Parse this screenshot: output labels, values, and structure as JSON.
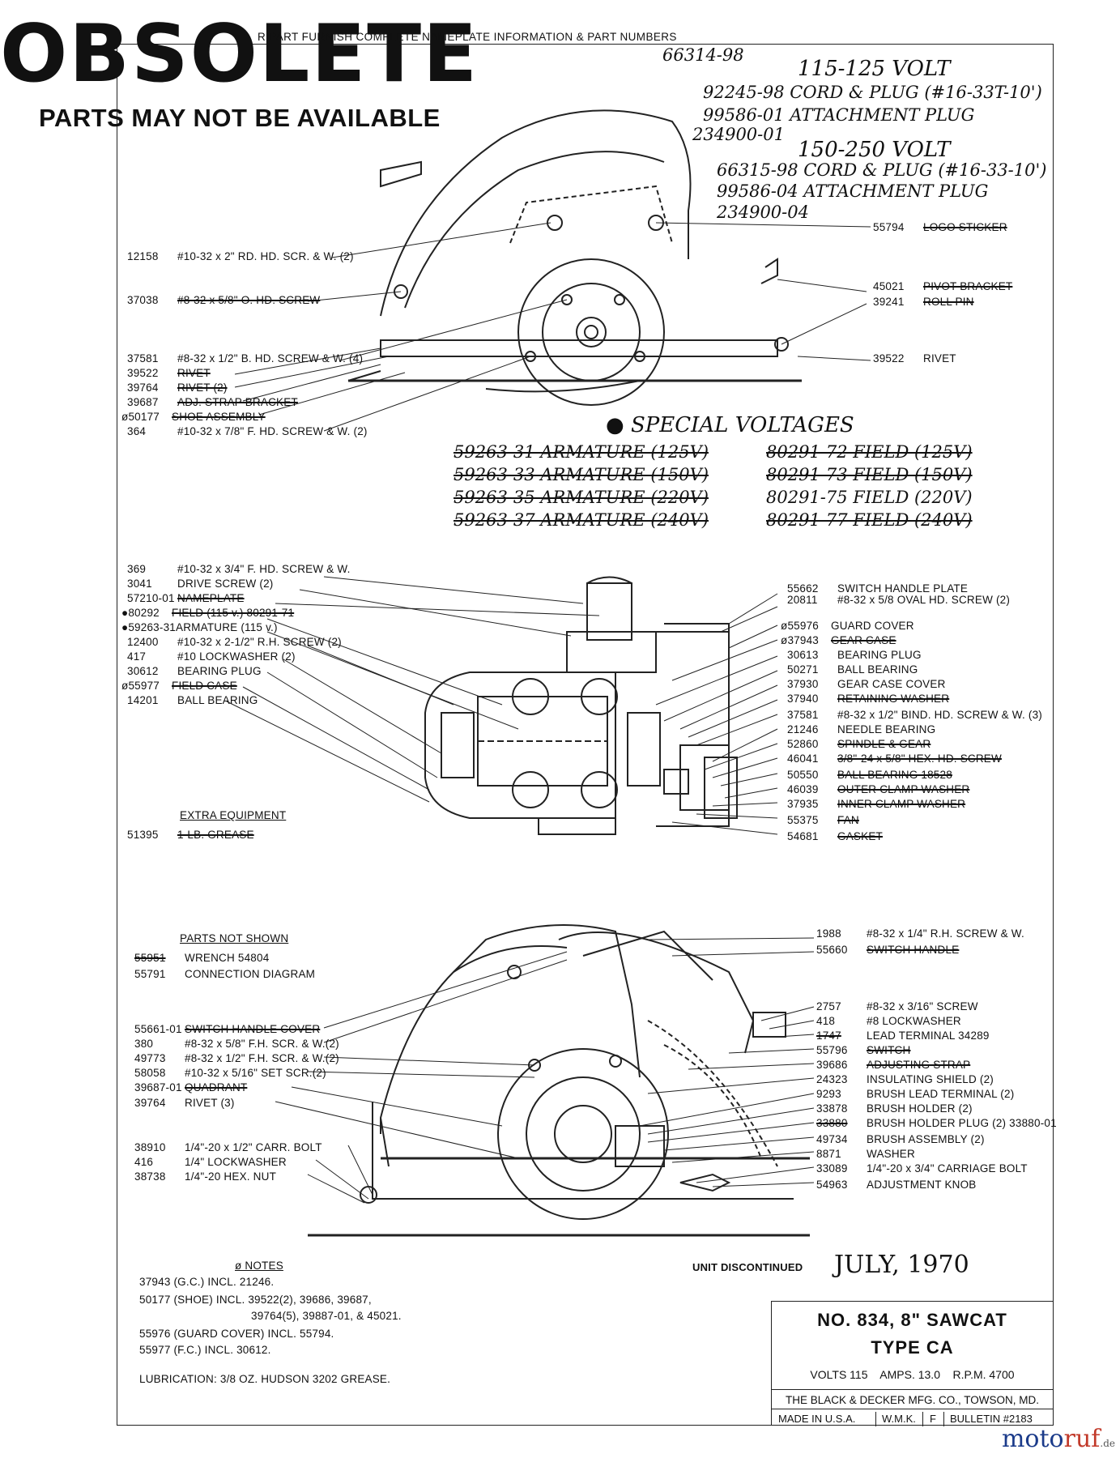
{
  "stamp": {
    "word": "OBSOLETE",
    "subtitle": "PARTS MAY NOT BE AVAILABLE"
  },
  "header_note": "R PART          FURNISH COMPLETE NAMEPLATE INFORMATION & PART NUMBERS",
  "top_handwritten": [
    "66314-98",
    "115-125 VOLT",
    "92245-98 CORD & PLUG (#16-33T-10')",
    "99586-01 ATTACHMENT PLUG",
    "234900-01",
    "150-250 VOLT",
    "66315-98 CORD & PLUG (#16-33-10')",
    "99586-04 ATTACHMENT PLUG",
    "234900-04"
  ],
  "top_left_parts": [
    {
      "num": "12158",
      "desc": "#10-32 x 2\" RD. HD. SCR. & W. (2)",
      "struck": false
    },
    {
      "num": "37038",
      "desc": "#8-32 x 5/8\" O. HD. SCREW",
      "struck": true
    },
    {
      "num": "37581",
      "desc": "#8-32 x 1/2\" B. HD. SCREW & W. (4)",
      "struck": false
    },
    {
      "num": "39522",
      "desc": "RIVET",
      "struck": true
    },
    {
      "num": "39764",
      "desc": "RIVET (2)",
      "struck": true
    },
    {
      "num": "39687",
      "desc": "ADJ. STRAP BRACKET",
      "struck": true
    },
    {
      "num": "ø50177",
      "desc": "SHOE ASSEMBLY",
      "struck": true
    },
    {
      "num": "364",
      "desc": "#10-32 x 7/8\" F. HD. SCREW & W. (2)",
      "struck": false
    }
  ],
  "top_right_parts": [
    {
      "num": "55794",
      "desc": "LOGO STICKER",
      "struck": true
    },
    {
      "num": "45021",
      "desc": "PIVOT BRACKET",
      "struck": true
    },
    {
      "num": "39241",
      "desc": "ROLL PIN",
      "struck": true
    },
    {
      "num": "39522",
      "desc": "RIVET",
      "struck": false
    }
  ],
  "special_voltages": {
    "title": "● SPECIAL VOLTAGES",
    "rows": [
      {
        "armature": "59263-31 ARMATURE (125V)",
        "field": "80291-72 FIELD (125V)",
        "struck": true
      },
      {
        "armature": "59263-33 ARMATURE (150V)",
        "field": "80291-73 FIELD (150V)",
        "struck": true
      },
      {
        "armature": "59263-35 ARMATURE (220V)",
        "field": "80291-75 FIELD (220V)",
        "struck": false
      },
      {
        "armature": "59263-37 ARMATURE (240V)",
        "field": "80291-77 FIELD (240V)",
        "struck": true
      }
    ]
  },
  "mid_left_parts": [
    {
      "num": "369",
      "desc": "#10-32 x 3/4\" F. HD. SCREW & W.",
      "struck": false
    },
    {
      "num": "3041",
      "desc": "DRIVE SCREW (2)",
      "struck": false
    },
    {
      "num": "57210-01",
      "desc": "NAMEPLATE",
      "struck": true
    },
    {
      "num": "●80292",
      "desc": "FIELD (115 v.)  80291-71",
      "struck": true
    },
    {
      "num": "●59263-31",
      "desc": "ARMATURE (115 v.)",
      "struck": false
    },
    {
      "num": "12400",
      "desc": "#10-32 x 2-1/2\" R.H. SCREW (2)",
      "struck": false
    },
    {
      "num": "417",
      "desc": "#10 LOCKWASHER (2)",
      "struck": false
    },
    {
      "num": "30612",
      "desc": "BEARING PLUG",
      "struck": false
    },
    {
      "num": "ø55977",
      "desc": "FIELD CASE",
      "struck": true
    },
    {
      "num": "14201",
      "desc": "BALL BEARING",
      "struck": false
    }
  ],
  "extra_equipment": {
    "title": "EXTRA EQUIPMENT",
    "num": "51395",
    "desc": "1-LB. GREASE"
  },
  "mid_right_parts": [
    {
      "num": "55662",
      "desc": "SWITCH HANDLE PLATE",
      "struck": false
    },
    {
      "num": "20811",
      "desc": "#8-32 x 5/8 OVAL HD. SCREW (2)",
      "struck": false
    },
    {
      "num": "ø55976",
      "desc": "GUARD COVER",
      "struck": false
    },
    {
      "num": "ø37943",
      "desc": "GEAR CASE",
      "struck": true
    },
    {
      "num": "30613",
      "desc": "BEARING PLUG",
      "struck": false
    },
    {
      "num": "50271",
      "desc": "BALL BEARING",
      "struck": false
    },
    {
      "num": "37930",
      "desc": "GEAR CASE COVER",
      "struck": false
    },
    {
      "num": "37940",
      "desc": "RETAINING WASHER",
      "struck": true
    },
    {
      "num": "37581",
      "desc": "#8-32 x 1/2\" BIND. HD. SCREW & W. (3)",
      "struck": false
    },
    {
      "num": "21246",
      "desc": "NEEDLE BEARING",
      "struck": false
    },
    {
      "num": "52860",
      "desc": "SPINDLE & GEAR",
      "struck": true
    },
    {
      "num": "46041",
      "desc": "3/8\"-24 x 5/8\" HEX. HD. SCREW",
      "struck": true
    },
    {
      "num": "50550",
      "desc": "BALL BEARING  18528",
      "struck": true
    },
    {
      "num": "46039",
      "desc": "OUTER CLAMP WASHER",
      "struck": true
    },
    {
      "num": "37935",
      "desc": "INNER CLAMP WASHER",
      "struck": true
    },
    {
      "num": "55375",
      "desc": "FAN",
      "struck": true
    },
    {
      "num": "54681",
      "desc": "GASKET",
      "struck": true
    }
  ],
  "parts_not_shown": {
    "title": "PARTS NOT SHOWN",
    "rows": [
      {
        "num": "55951",
        "desc": "WRENCH  54804",
        "struck": true
      },
      {
        "num": "55791",
        "desc": "CONNECTION DIAGRAM",
        "struck": false
      }
    ]
  },
  "bottom_left_parts": [
    {
      "num": "55661-01",
      "desc": "SWITCH HANDLE COVER",
      "struck": true
    },
    {
      "num": "380",
      "desc": "#8-32 x 5/8\" F.H. SCR. & W.(2)",
      "struck": false
    },
    {
      "num": "49773",
      "desc": "#8-32 x 1/2\" F.H. SCR. & W.(2)",
      "struck": false
    },
    {
      "num": "58058",
      "desc": "#10-32 x 5/16\" SET SCR.(2)",
      "struck": false
    },
    {
      "num": "39687-01",
      "desc": "QUADRANT",
      "struck": true
    },
    {
      "num": "39764",
      "desc": "RIVET (3)",
      "struck": false
    },
    {
      "num": "38910",
      "desc": "1/4\"-20 x 1/2\" CARR. BOLT",
      "struck": false
    },
    {
      "num": "416",
      "desc": "1/4\" LOCKWASHER",
      "struck": false
    },
    {
      "num": "38738",
      "desc": "1/4\"-20 HEX. NUT",
      "struck": false
    }
  ],
  "bottom_right_parts": [
    {
      "num": "1988",
      "desc": "#8-32 x 1/4\" R.H. SCREW & W.",
      "struck": false
    },
    {
      "num": "55660",
      "desc": "SWITCH HANDLE",
      "struck": true
    },
    {
      "num": "2757",
      "desc": "#8-32 x 3/16\" SCREW",
      "struck": false
    },
    {
      "num": "418",
      "desc": "#8 LOCKWASHER",
      "struck": false
    },
    {
      "num": "1747",
      "desc": "LEAD TERMINAL  34289",
      "struck": false
    },
    {
      "num": "55796",
      "desc": "SWITCH",
      "struck": true
    },
    {
      "num": "39686",
      "desc": "ADJUSTING STRAP",
      "struck": true
    },
    {
      "num": "24323",
      "desc": "INSULATING SHIELD (2)",
      "struck": false
    },
    {
      "num": "9293",
      "desc": "BRUSH LEAD TERMINAL (2)",
      "struck": false
    },
    {
      "num": "33878",
      "desc": "BRUSH HOLDER (2)",
      "struck": false
    },
    {
      "num": "33880",
      "desc": "BRUSH HOLDER PLUG (2)  33880-01",
      "struck": false
    },
    {
      "num": "49734",
      "desc": "BRUSH ASSEMBLY (2)",
      "struck": false
    },
    {
      "num": "8871",
      "desc": "WASHER",
      "struck": false
    },
    {
      "num": "33089",
      "desc": "1/4\"-20 x 3/4\" CARRIAGE BOLT",
      "struck": false
    },
    {
      "num": "54963",
      "desc": "ADJUSTMENT KNOB",
      "struck": false
    }
  ],
  "notes": {
    "title": "ø NOTES",
    "lines": [
      "37943 (G.C.) INCL. 21246.",
      "50177 (SHOE) INCL. 39522(2), 39686, 39687,",
      "39764(5), 39887-01, & 45021.",
      "55976 (GUARD COVER) INCL. 55794.",
      "55977 (F.C.) INCL. 30612."
    ],
    "lubrication": "LUBRICATION: 3/8 OZ. HUDSON 3202 GREASE."
  },
  "discontinued": {
    "label": "UNIT DISCONTINUED",
    "date": "JULY, 1970"
  },
  "title_block": {
    "model": "NO. 834, 8\" SAWCAT",
    "type": "TYPE CA",
    "specs": "VOLTS 115    AMPS. 13.0    R.P.M. 4700",
    "maker": "THE BLACK & DECKER MFG. CO., TOWSON, MD.",
    "made_in": "MADE IN U.S.A.",
    "initials": "W.M.K.",
    "rev": "F",
    "bulletin": "BULLETIN #2183"
  },
  "watermark": {
    "part1": "moto",
    "part2": "ruf",
    "suffix": ".de"
  }
}
